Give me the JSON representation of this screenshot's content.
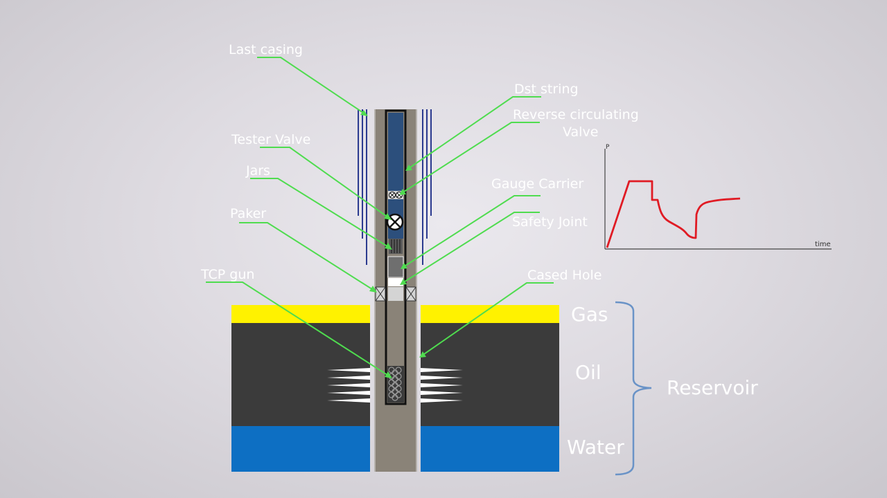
{
  "labels": {
    "last_casing": "Last casing",
    "dst_string": "Dst string",
    "reverse_circulating_line1": "Reverse circulating",
    "reverse_circulating_line2": "Valve",
    "tester_valve": "Tester Valve",
    "jars": "Jars",
    "gauge_carrier": "Gauge Carrier",
    "paker": "Paker",
    "safety_joint": "Safety Joint",
    "tcp_gun": "TCP gun",
    "cased_hole": "Cased Hole"
  },
  "layers": {
    "gas": "Gas",
    "oil": "Oil",
    "water": "Water",
    "reservoir": "Reservoir"
  },
  "pressure_plot": {
    "y_axis": "P",
    "x_axis": "time"
  },
  "colors": {
    "gas_layer": "#fff200",
    "oil_layer": "#3b3b3b",
    "water_layer": "#0d6fc3",
    "well_string": "#2c4f7c",
    "casing_lines": "#2b3a8f",
    "leader_lines": "#4fdc4f",
    "pressure_curve": "#e01b24",
    "reservoir_bracket": "#6a93c7"
  }
}
